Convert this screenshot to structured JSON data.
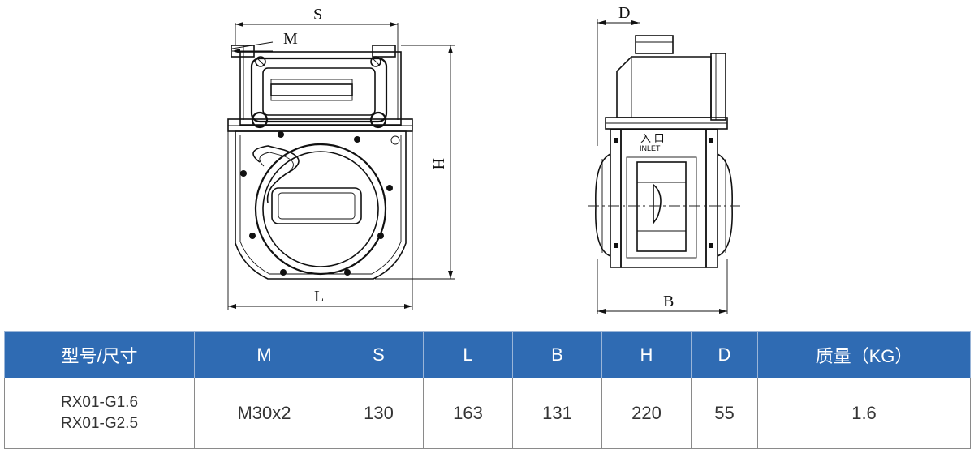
{
  "diagram": {
    "front_labels": {
      "s": "S",
      "m": "M",
      "h": "H",
      "l": "L"
    },
    "side_labels": {
      "d": "D",
      "b": "B"
    },
    "inlet_cn": "入 口",
    "inlet_en": "INLET"
  },
  "table": {
    "headers": [
      "型号/尺寸",
      "M",
      "S",
      "L",
      "B",
      "H",
      "D",
      "质量（KG）"
    ],
    "rows": [
      {
        "model_lines": [
          "RX01-G1.6",
          "RX01-G2.5"
        ],
        "m": "M30x2",
        "s": "130",
        "l": "163",
        "b": "131",
        "h": "220",
        "d": "55",
        "mass": "1.6"
      }
    ]
  },
  "colors": {
    "header_bg": "#2f6bb3",
    "header_text": "#ffffff",
    "line": "#111111"
  }
}
